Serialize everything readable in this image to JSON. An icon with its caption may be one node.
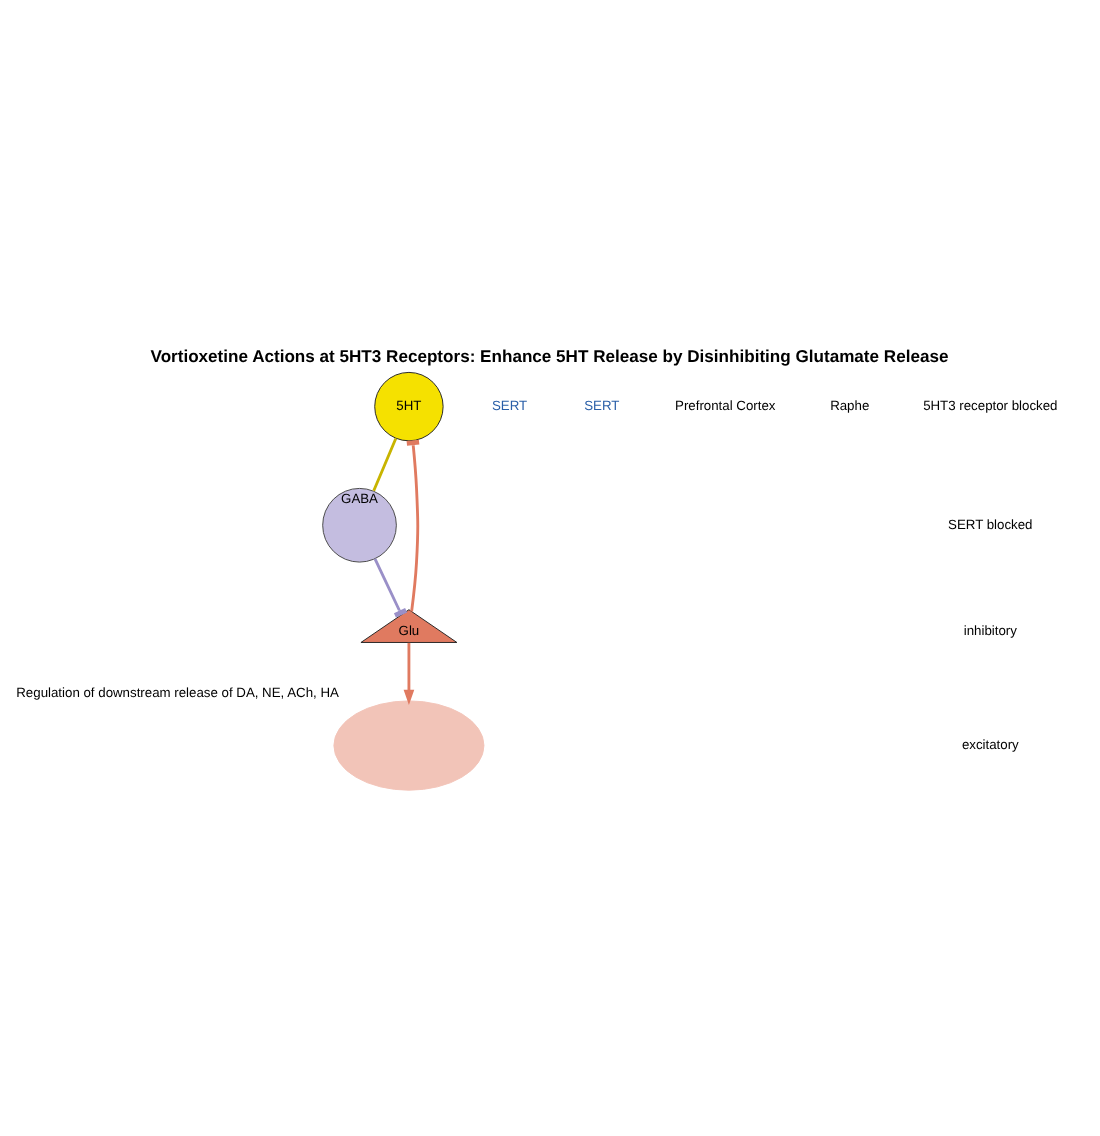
{
  "diagram": {
    "title": "Vortioxetine Actions at 5HT3 Receptors: Enhance 5HT Release by Disinhibiting Glutamate Release",
    "nodes": [
      {
        "text": [
          "5HT"
        ]
      },
      {
        "text": [
          "GABA"
        ]
      },
      {
        "text": [
          "Glu"
        ]
      },
      {
        "text": [],
        "shape": "circle",
        "beside": [
          "Regulation of downstream release of DA, NE, ACh, HA"
        ]
      }
    ],
    "edges": [
      {
        "from": 0,
        "to": 1,
        "arrow": "none",
        "color": "#c8b400"
      },
      {
        "from": 1,
        "to": 2,
        "arrow": "other",
        "color": "#9a90c8"
      },
      {
        "from": 2,
        "to": 0,
        "arrow": "other"
      },
      {
        "from": 2,
        "to": 3,
        "arrow": "to"
      }
    ],
    "labels": [
      "SERT",
      "SERT",
      "Prefrontal Cortex",
      "Raphe"
    ],
    "legend": [
      {
        "text": "5HT3 receptor blocked"
      },
      {
        "text": "SERT blocked"
      },
      {
        "text": "inhibitory"
      },
      {
        "text": "excitatory"
      }
    ]
  }
}
